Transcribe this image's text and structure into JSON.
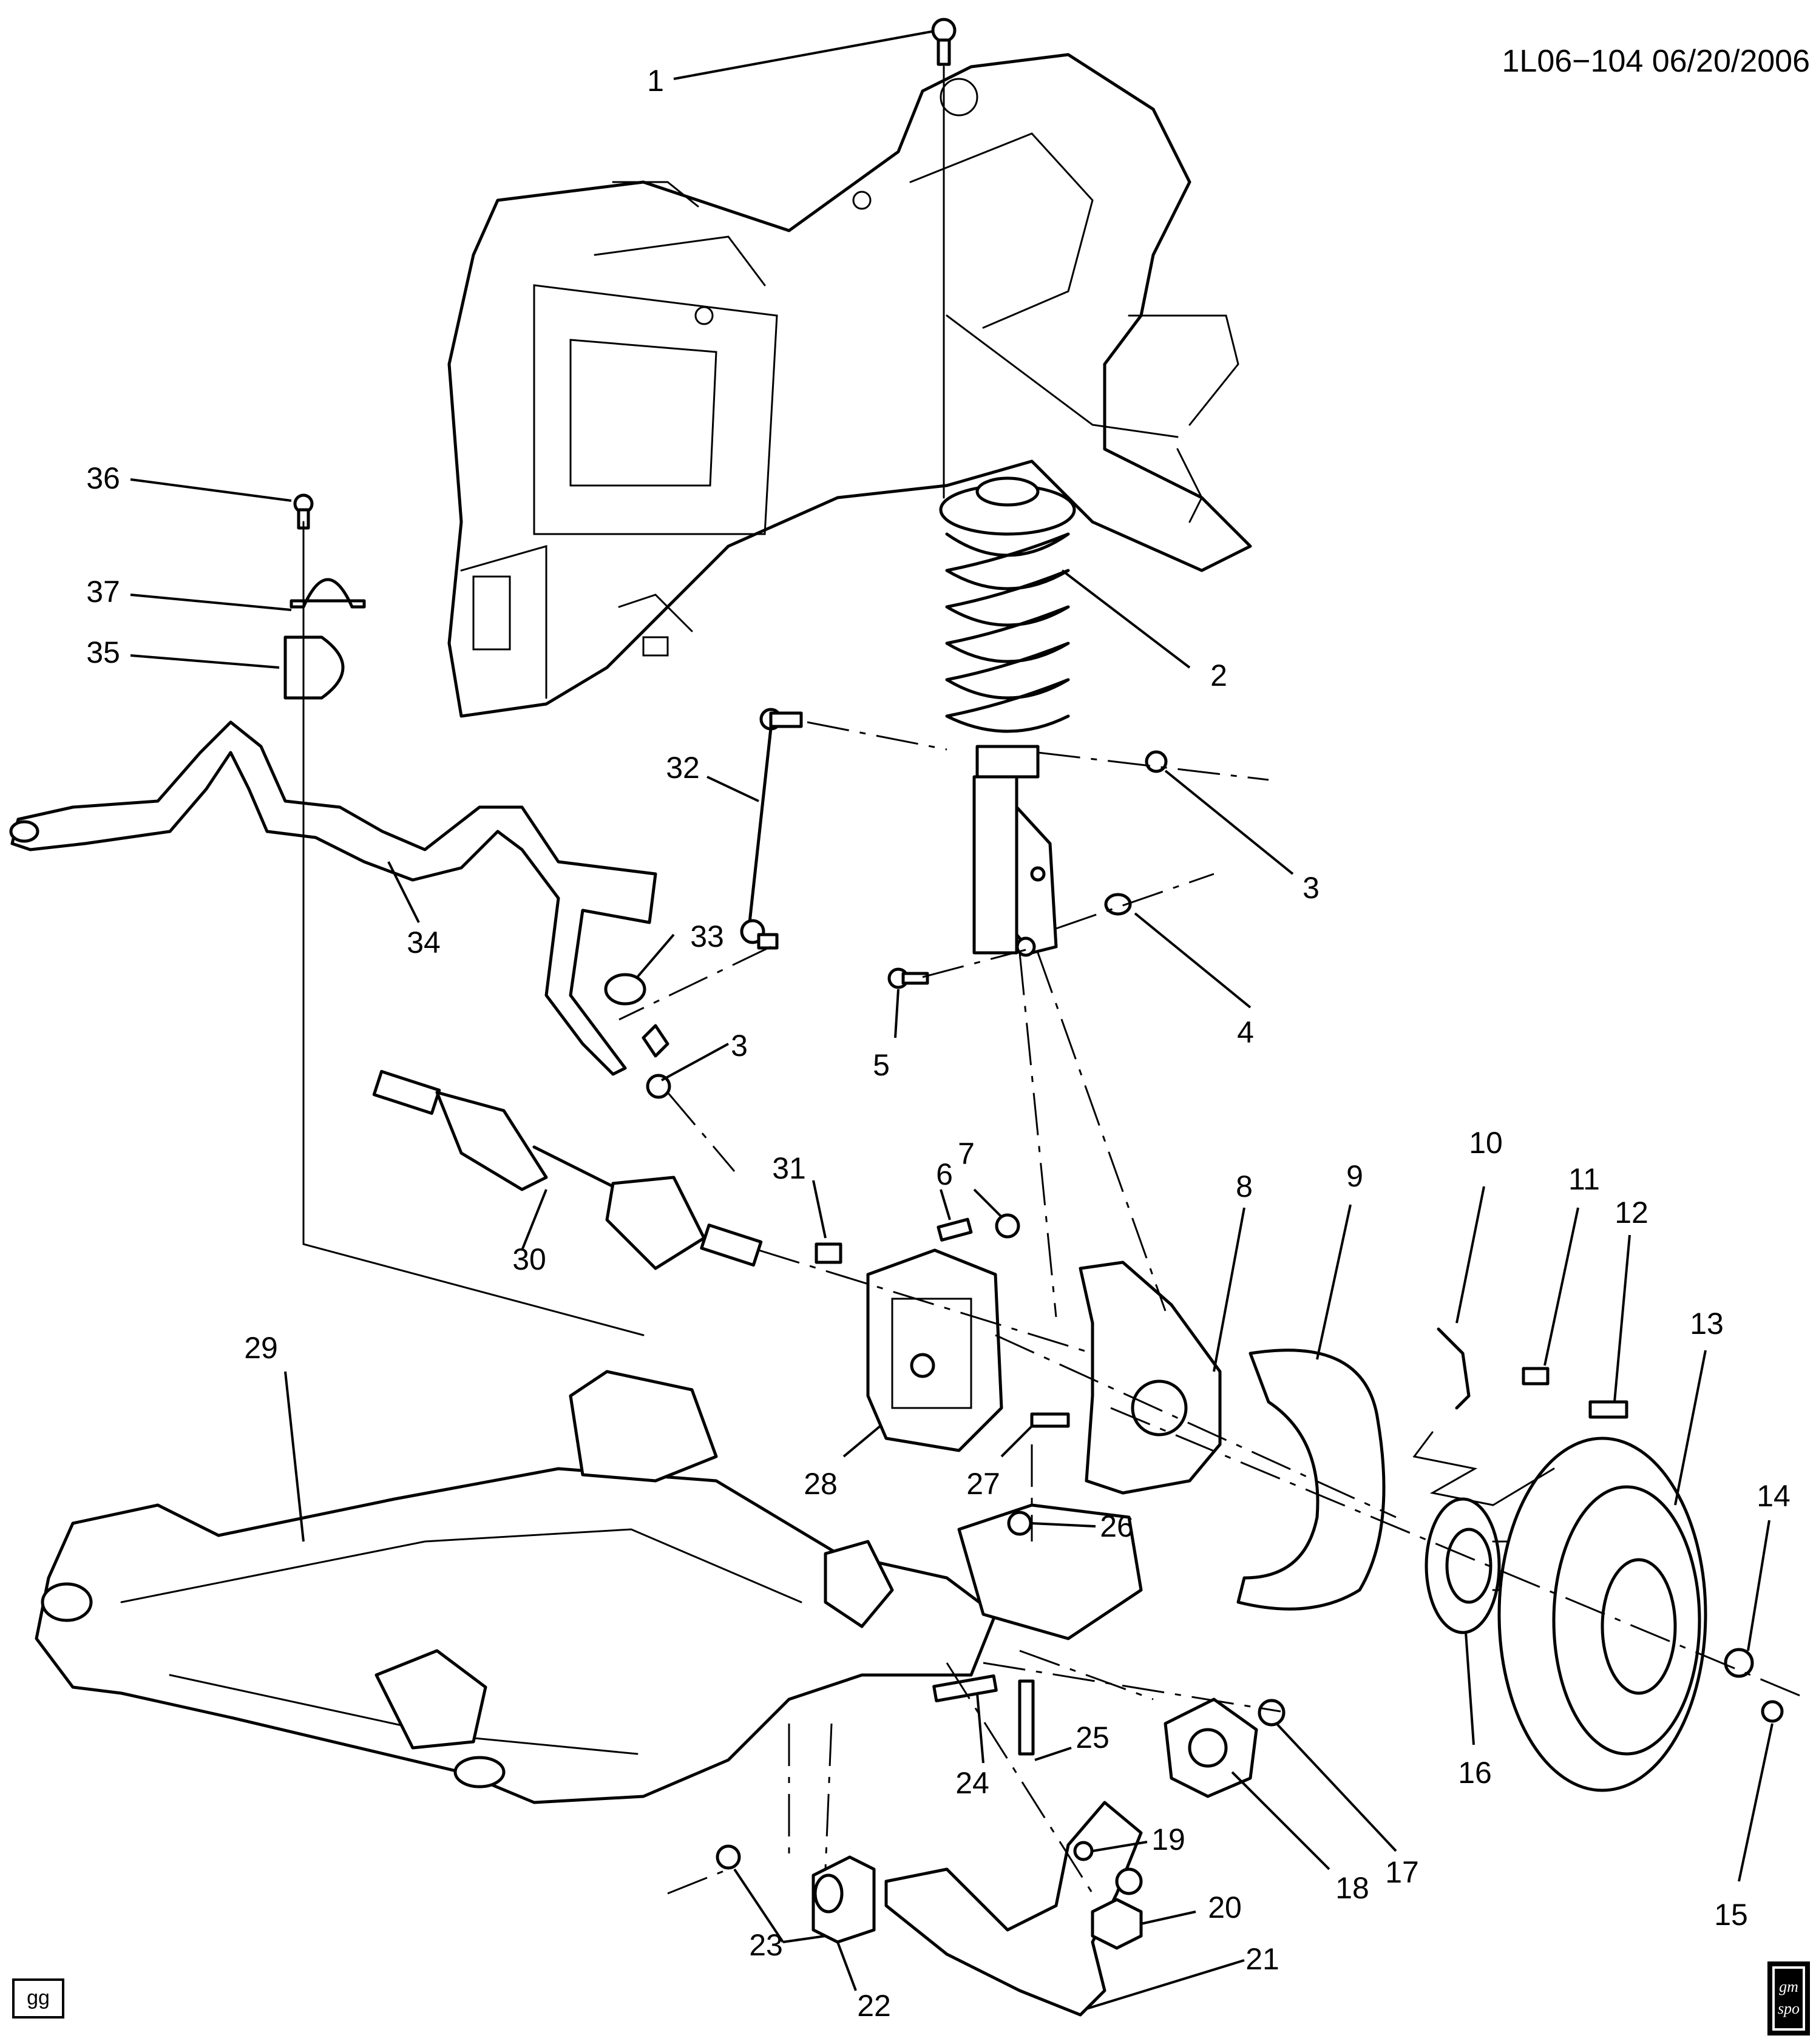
{
  "header": {
    "code": "1L06−104  06/20/2006"
  },
  "badge": {
    "label": "gg"
  },
  "logo": {
    "text_top": "gm",
    "text_bottom": "spo"
  },
  "callouts": [
    "1",
    "2",
    "3",
    "4",
    "5",
    "6",
    "7",
    "8",
    "9",
    "10",
    "11",
    "12",
    "13",
    "14",
    "15",
    "16",
    "17",
    "18",
    "19",
    "20",
    "21",
    "22",
    "23",
    "24",
    "25",
    "26",
    "27",
    "28",
    "29",
    "30",
    "31",
    "32",
    "33",
    "34",
    "35",
    "36",
    "37"
  ],
  "duplicate_callouts": {
    "3b": "3",
    "23b": "23"
  }
}
